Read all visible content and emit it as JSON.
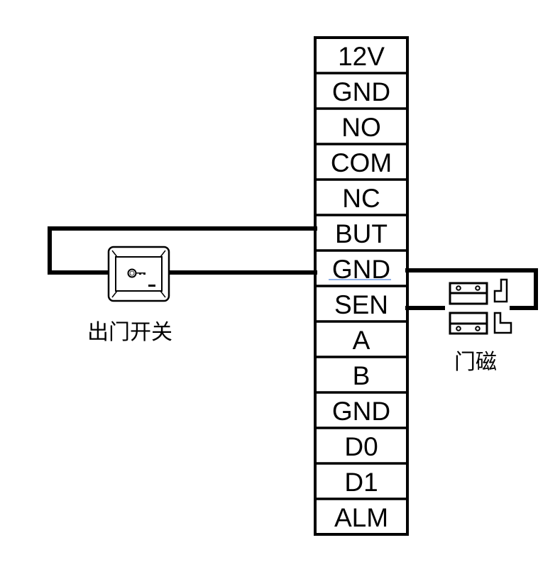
{
  "diagram": {
    "terminal_block": {
      "terminals": [
        {
          "label": "12V"
        },
        {
          "label": "GND"
        },
        {
          "label": "NO"
        },
        {
          "label": "COM"
        },
        {
          "label": "NC"
        },
        {
          "label": "BUT"
        },
        {
          "label": "GND",
          "underlined": true
        },
        {
          "label": "SEN"
        },
        {
          "label": "A"
        },
        {
          "label": "B"
        },
        {
          "label": "GND"
        },
        {
          "label": "D0"
        },
        {
          "label": "D1"
        },
        {
          "label": "ALM"
        }
      ]
    },
    "exit_button": {
      "label": "出门开关",
      "icon": "key-icon",
      "connects_to": [
        "BUT",
        "GND"
      ]
    },
    "door_sensor": {
      "label": "门磁",
      "icon": "magnetic-contact-icon",
      "connects_to": [
        "GND",
        "SEN"
      ]
    },
    "colors": {
      "line": "#000000",
      "background": "#ffffff",
      "underline": "#4a7fd8"
    }
  }
}
